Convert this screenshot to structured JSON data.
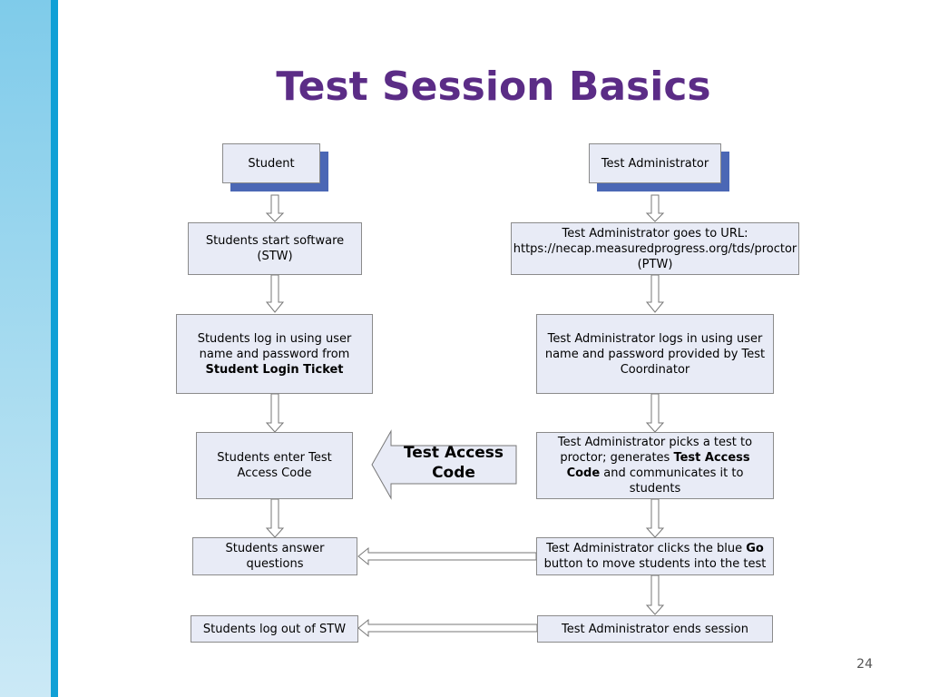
{
  "slide": {
    "title": "Test Session Basics",
    "page_number": "24"
  },
  "student": {
    "header": "Student",
    "step1": "Students start software (STW)",
    "step2_pre": "Students log in using user name and password from ",
    "step2_bold": "Student Login Ticket",
    "step3": "Students enter Test Access Code",
    "step4": "Students answer questions",
    "step5": "Students log out of STW"
  },
  "admin": {
    "header": "Test Administrator",
    "step1_line1": "Test Administrator goes to URL:",
    "step1_line2": "https://necap.measuredprogress.org/tds/proctor",
    "step1_line3": "(PTW)",
    "step2": "Test Administrator logs in using user name and password provided by Test Coordinator",
    "step3_pre": "Test Administrator picks a test to proctor; generates ",
    "step3_bold": "Test Access Code",
    "step3_post": " and communicates it to students",
    "step4_pre": "Test Administrator clicks the blue ",
    "step4_bold": "Go",
    "step4_post": " button to move students into the test",
    "step5": "Test Administrator ends session"
  },
  "callout": {
    "line1": "Test Access",
    "line2": "Code"
  },
  "colors": {
    "title": "#5b2c86",
    "box_fill": "#e8ebf6",
    "box_shadow": "#4b67b5",
    "sidebar_line": "#0fa0d6"
  }
}
